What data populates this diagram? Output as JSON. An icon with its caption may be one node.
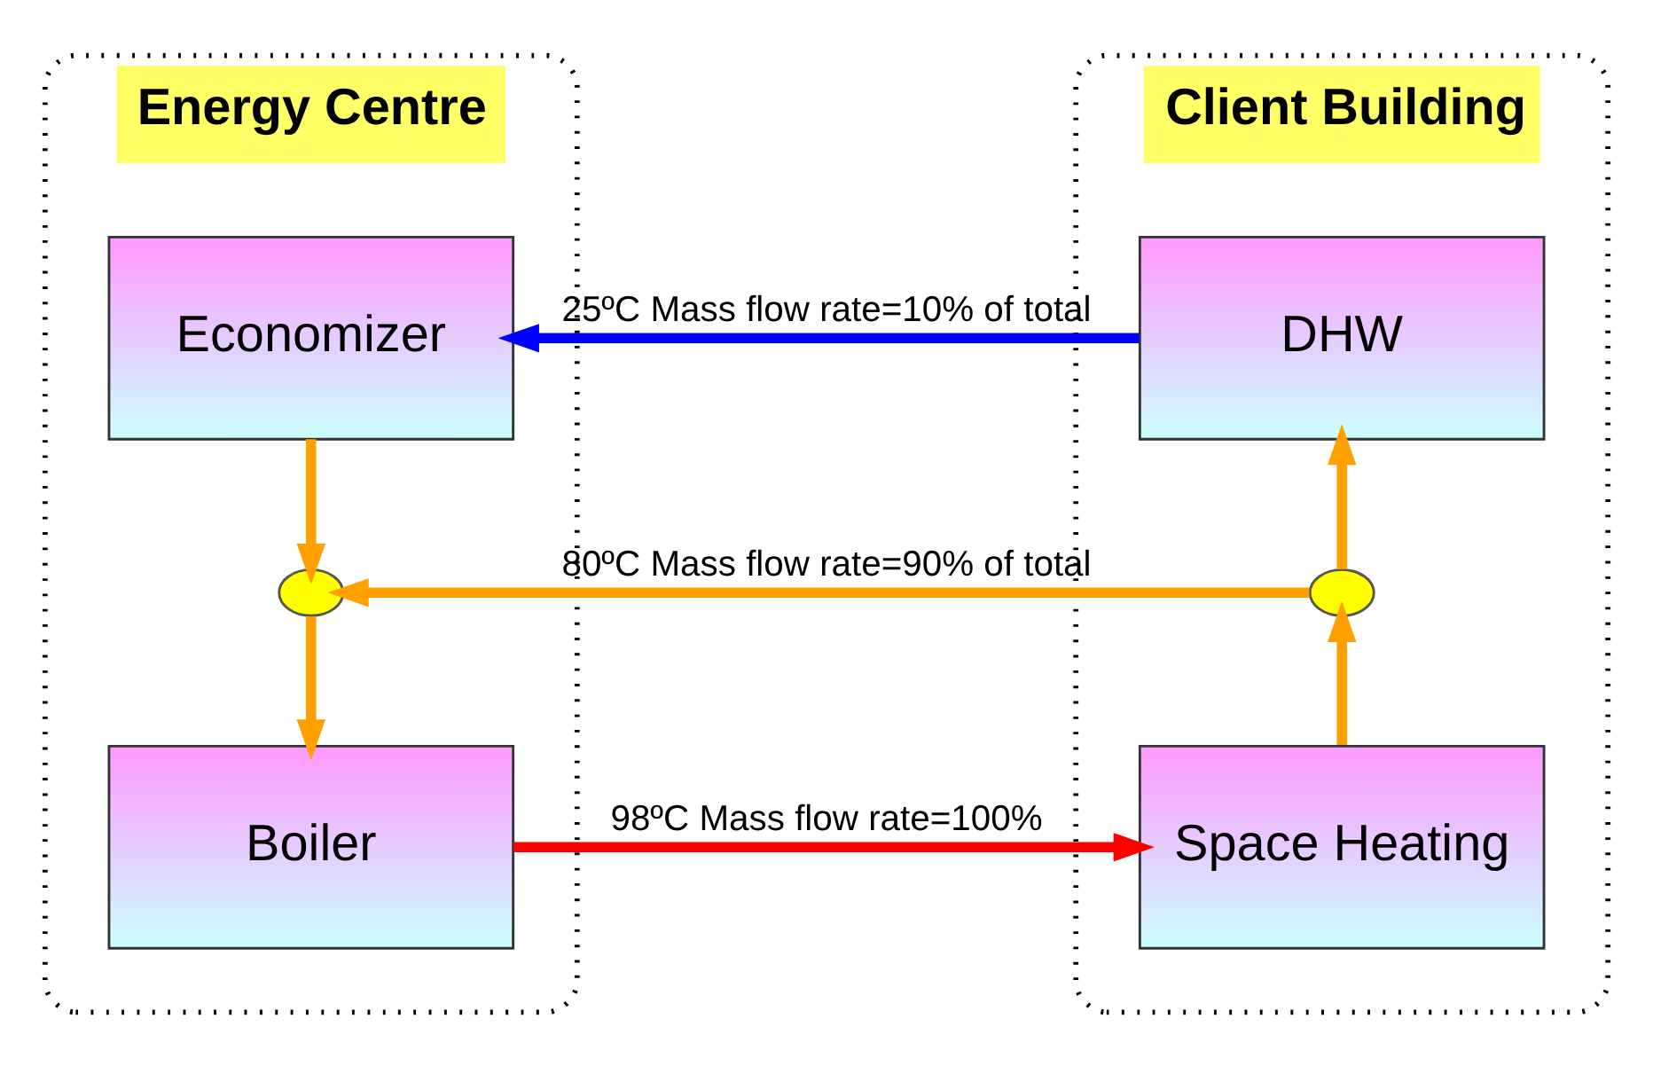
{
  "diagram": {
    "nodes": [
      {
        "text": [
          "Energy Centre"
        ]
      },
      {
        "text": [
          "Economizer"
        ],
        "in": 0
      },
      {
        "text": [],
        "shape": "circle",
        "in": 0
      },
      {
        "text": [
          "Boiler"
        ],
        "in": 0
      },
      {
        "text": [
          "Client Building"
        ]
      },
      {
        "text": [
          "DHW"
        ],
        "in": 4
      },
      {
        "text": [],
        "shape": "circle",
        "in": 4
      },
      {
        "text": [
          "Space Heating"
        ],
        "in": 4
      }
    ],
    "edges": [
      {
        "from": 5,
        "to": 1,
        "arrow": "to",
        "label": "25ºC Mass flow rate=10% of total",
        "color": "#0000ff"
      },
      {
        "from": 1,
        "to": 2,
        "arrow": "to"
      },
      {
        "from": 6,
        "to": 2,
        "arrow": "to",
        "label": "80ºC Mass flow rate=90% of total"
      },
      {
        "from": 2,
        "to": 3,
        "arrow": "to"
      },
      {
        "from": 3,
        "to": 7,
        "arrow": "to",
        "label": "98ºC Mass flow rate=100%",
        "color": "#ff0000"
      },
      {
        "from": 7,
        "to": 6,
        "arrow": "to"
      },
      {
        "from": 6,
        "to": 5,
        "arrow": "to"
      }
    ]
  }
}
